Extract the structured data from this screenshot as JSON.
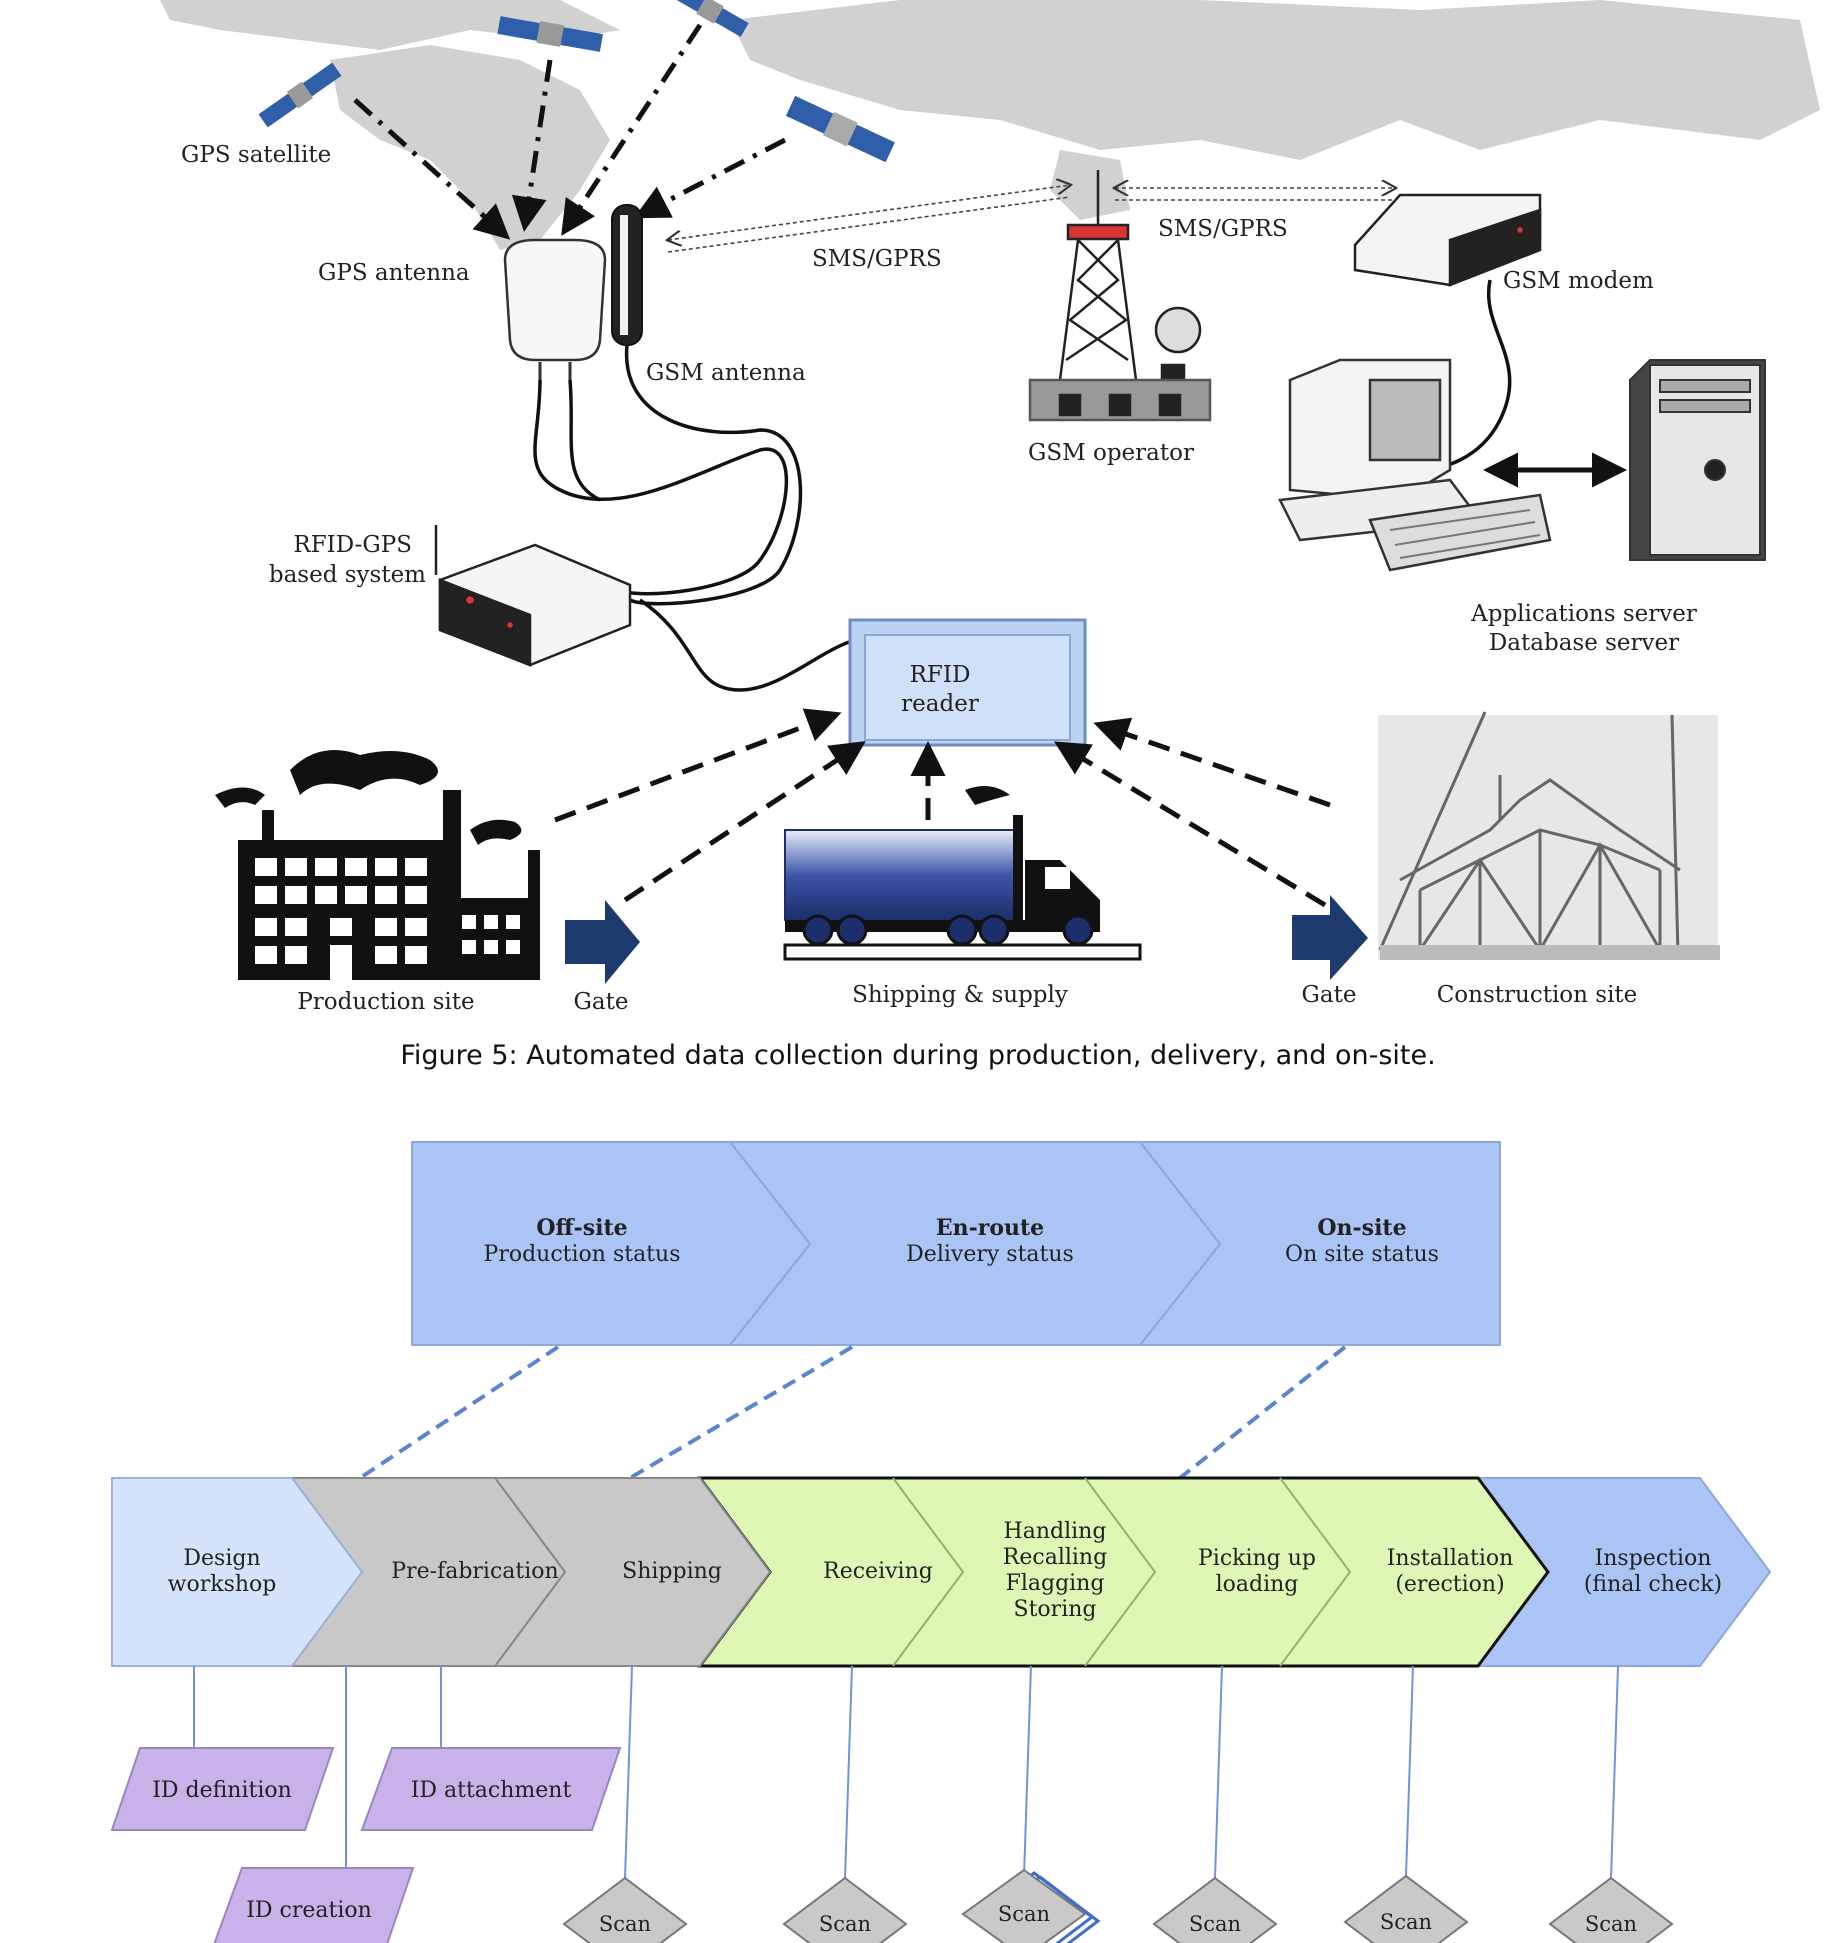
{
  "figure5": {
    "labels": {
      "gps_satellite": "GPS satellite",
      "gps_antenna": "GPS antenna",
      "gsm_antenna": "GSM antenna",
      "sms_gprs_left": "SMS/GPRS",
      "sms_gprs_right": "SMS/GPRS",
      "gsm_operator": "GSM operator",
      "gsm_modem": "GSM modem",
      "rfid_gps_line1": "RFID-GPS",
      "rfid_gps_line2": "based system",
      "app_server": "Applications server",
      "db_server": "Database server",
      "rfid_reader_line1": "RFID",
      "rfid_reader_line2": "reader",
      "production_site": "Production site",
      "gate_left": "Gate",
      "shipping_supply": "Shipping & supply",
      "gate_right": "Gate",
      "construction_site": "Construction site"
    },
    "caption": "Figure 5:   Automated data collection during production, delivery, and on-site."
  },
  "process": {
    "stages": [
      {
        "title": "Off-site",
        "subtitle": "Production status"
      },
      {
        "title": "En-route",
        "subtitle": "Delivery status"
      },
      {
        "title": "On-site",
        "subtitle": "On site status"
      }
    ],
    "steps": [
      {
        "lines": [
          "Design",
          "workshop"
        ]
      },
      {
        "lines": [
          "Pre-fabrication"
        ]
      },
      {
        "lines": [
          "Shipping"
        ]
      },
      {
        "lines": [
          "Receiving"
        ]
      },
      {
        "lines": [
          "Handling",
          "Recalling",
          "Flagging",
          "Storing"
        ]
      },
      {
        "lines": [
          "Picking up",
          "loading"
        ]
      },
      {
        "lines": [
          "Installation",
          "(erection)"
        ]
      },
      {
        "lines": [
          "Inspection",
          "(final check)"
        ]
      }
    ],
    "id_boxes": [
      "ID definition",
      "ID attachment",
      "ID creation"
    ],
    "scan_label": "Scan",
    "colors": {
      "stage_fill": "#a9c4f5",
      "design_fill": "#d6e4fb",
      "gray_fill": "#c8c8c8",
      "green_fill": "#dff7b4",
      "inspection_fill": "#a9c4f5",
      "id_fill": "#c9b2ea",
      "scan_fill": "#c9c9c9"
    }
  }
}
